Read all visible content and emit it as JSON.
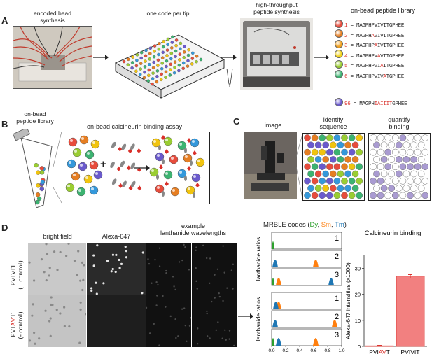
{
  "panelA": {
    "label": "A",
    "step1_caption_line1": "encoded bead",
    "step1_caption_line2": "synthesis",
    "step2_caption": "one code per tip",
    "step3_caption_line1": "high-throughput",
    "step3_caption_line2": "peptide synthesis",
    "library_title": "on-bead peptide library",
    "library": [
      {
        "num": "1",
        "pre": " = MAGPHPVIVITGPHEE",
        "color": "#e74c3c",
        "mut": ""
      },
      {
        "num": "2",
        "pre": " = MAGPHAVIVITGPHEE",
        "color": "#e67e22",
        "mut": "A",
        "mutpos": 6
      },
      {
        "num": "3",
        "pre": " = MAGPHPAIVITGPHEE",
        "color": "#f0a020",
        "mut": "A",
        "mutpos": 7
      },
      {
        "num": "4",
        "pre": " = MAGPHPVAVITGPHEE",
        "color": "#f1d21a",
        "mut": "A",
        "mutpos": 8
      },
      {
        "num": "5",
        "pre": " = MAGPHPVIAITGPHEE",
        "color": "#9acd32",
        "mut": "A",
        "mutpos": 9
      },
      {
        "num": "6",
        "pre": " = MAGPHPVIVATGPHEE",
        "color": "#3cb371",
        "mut": "A",
        "mutpos": 10
      }
    ],
    "library_last": {
      "num": "96",
      "pre": " = MAGPH",
      "mut": "IAIIIT",
      "post": "GPHEE",
      "color": "#6a5acd"
    }
  },
  "panelB": {
    "label": "B",
    "tube_caption_line1": "on-bead",
    "tube_caption_line2": "peptide library",
    "assay_title": "on-bead calcineurin binding assay",
    "plus": "+"
  },
  "panelC": {
    "label": "C",
    "image_caption": "image",
    "identify_line1": "identify",
    "identify_line2": "sequence",
    "quantify_line1": "quantify",
    "quantify_line2": "binding"
  },
  "panelD": {
    "label": "D",
    "col1": "bright field",
    "col2": "Alexa-647",
    "col3_line1": "example",
    "col3_line2": "lanthanide wavelengths",
    "row1_line1": "PVIVIT",
    "row1_line2": "(+ control)",
    "row2_pre": "PVI",
    "row2_mut": "AV",
    "row2_post": "T",
    "row2_line2": "(- control)",
    "mrble_title_pre": "MRBLE codes (",
    "mrble_dy": "Dy",
    "mrble_sm": "Sm",
    "mrble_tm": "Tm",
    "mrble_title_post": ")",
    "ylabel_ratios": "lanthanide ratios",
    "code_labels": [
      "1",
      "2",
      "3",
      "1",
      "2",
      "3"
    ],
    "x_ticks": [
      "0.0",
      "0.2",
      "0.4",
      "0.6",
      "0.8",
      "1.0"
    ],
    "colors": {
      "dy": "#2ca02c",
      "sm": "#ff7f0e",
      "tm": "#1f77b4"
    }
  },
  "chart_data": {
    "type": "bar",
    "title": "Calcineurin binding",
    "ylabel": "Alexa-647 intensities (x1000)",
    "categories": [
      "PVIAVT",
      "PVIVIT"
    ],
    "category_parts": [
      {
        "pre": "PVI",
        "mut": "AV",
        "post": "T"
      },
      {
        "pre": "PVIVIT",
        "mut": "",
        "post": ""
      }
    ],
    "values": [
      0.2,
      27
    ],
    "errors": [
      0.2,
      0.6
    ],
    "ylim": [
      0,
      35
    ],
    "yticks": [
      0,
      10,
      20,
      30
    ],
    "bar_color": "#f28080",
    "edge_color": "#d9302a"
  }
}
